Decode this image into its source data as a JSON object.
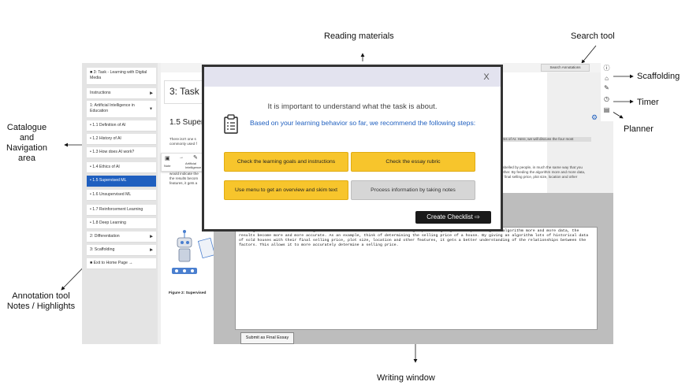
{
  "callouts": {
    "reading_materials": "Reading materials",
    "search_tool": "Search tool",
    "scaffolding": "Scaffolding",
    "timer": "Timer",
    "planner": "Planner",
    "catalogue": [
      "Catalogue",
      "and",
      "Navigation",
      "area"
    ],
    "annotation": [
      "Annotation tool",
      "Notes / Highlights"
    ],
    "writing_window": "Writing window"
  },
  "sidebar": {
    "items": [
      {
        "label": "3: Task - Learning with Digital Media",
        "bullet": "■"
      },
      {
        "label": "Instructions",
        "arrow": "▶"
      },
      {
        "label": "1: Artificial Intelligence in Education",
        "arrow": "▼"
      },
      {
        "label": "• 1.1 Definition of AI"
      },
      {
        "label": "• 1.2 History of AI"
      },
      {
        "label": "• 1.3 How does AI work?"
      },
      {
        "label": "• 1.4 Ethics of AI"
      },
      {
        "label": "• 1.5 Supervised ML"
      },
      {
        "label": "• 1.6 Unsupervised ML"
      },
      {
        "label": "• 1.7 Reinforcement Learning"
      },
      {
        "label": "• 1.8 Deep Learning"
      },
      {
        "label": "2: Differentiation",
        "arrow": "▶"
      },
      {
        "label": "3: Scaffolding",
        "arrow": "▶"
      },
      {
        "label": "Exit to Home Page →",
        "bullet": "■"
      }
    ]
  },
  "content": {
    "page_title": "3: Task",
    "section_title": "1.5 Super",
    "para1_a": "There isn't one s",
    "para1_b": "commonly used f",
    "para1_right": "rms of AI. Here, we will discuss the four most",
    "para2_right_a": "labelled by people, in much the same way that you",
    "para2_right_b": "ether. By feeding the algorithm more and more data,",
    "para2_right_c": "ir final selling price, plot size, location and other",
    "para2_left_a": "would indicate the",
    "para2_left_b": "the results becom",
    "para2_left_c": "features, it gets a",
    "figure_caption": "Figure 2: Supervised"
  },
  "search": {
    "label": "Search Annotations"
  },
  "annotation_popup": {
    "note_label": "Note",
    "highlight_label": "Artificial Intelligence"
  },
  "modal": {
    "close_label": "X",
    "lead": "It is important to understand what the task is about.",
    "recommendation": "Based on your learning behavior so far, we recommend the following steps:",
    "options": [
      "Check the learning goals and instructions",
      "Check the essay rubric",
      "Use menu to get an overview and skim text",
      "Process information by taking notes"
    ],
    "checklist_button": "Create Checklist"
  },
  "writing": {
    "text": "The algorithm doesn't have to figure out what the data means or which data groups belong together. By feeding the algorithm more and more data, the results become more and more accurate. As an example, think of determining the selling price of a house. By giving an algorithm lots of historical data of sold houses with their final selling price, plot size, location and other features, it gets a better understanding of the relationships between the factors. This allows it to more accurately determine a selling price.",
    "submit_label": "Submit as Final Essay"
  },
  "colors": {
    "accent": "#1f5fbf",
    "suggest": "#f7c52c",
    "neutral": "#d6d6d6"
  }
}
